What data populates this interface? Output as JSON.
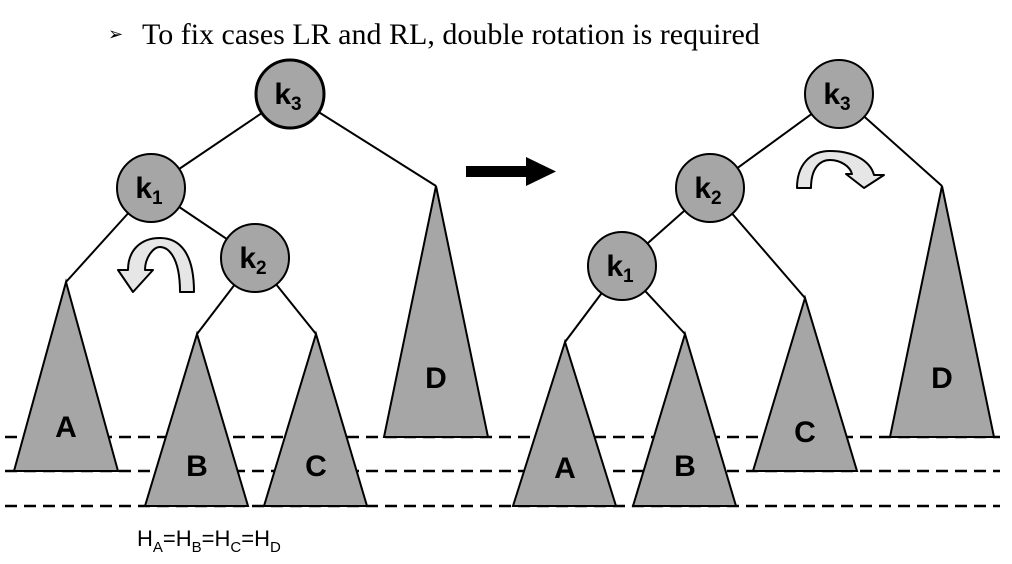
{
  "bullet": {
    "marker": "➢",
    "text": "To fix cases LR and RL, double rotation is required"
  },
  "colors": {
    "node_fill": "#a6a6a6",
    "tree_fill": "#a6a6a6",
    "line": "#000000",
    "arrow_fill": "#e6e6e6"
  },
  "diagram": {
    "left": {
      "nodes": [
        {
          "base": "k",
          "sub": "3"
        },
        {
          "base": "k",
          "sub": "1"
        },
        {
          "base": "k",
          "sub": "2"
        }
      ],
      "subtrees": [
        "A",
        "B",
        "C",
        "D"
      ]
    },
    "right": {
      "nodes": [
        {
          "base": "k",
          "sub": "3"
        },
        {
          "base": "k",
          "sub": "2"
        },
        {
          "base": "k",
          "sub": "1"
        }
      ],
      "subtrees": [
        "A",
        "B",
        "C",
        "D"
      ]
    },
    "transition_arrow": "right-arrow",
    "rotation_icons": [
      "rotate-left-icon",
      "rotate-right-icon"
    ]
  },
  "formula": {
    "parts": [
      {
        "base": "H",
        "sub": "A"
      },
      {
        "sep": "="
      },
      {
        "base": "H",
        "sub": "B"
      },
      {
        "sep": "="
      },
      {
        "base": "H",
        "sub": "C"
      },
      {
        "sep": "="
      },
      {
        "base": "H",
        "sub": "D"
      }
    ]
  }
}
